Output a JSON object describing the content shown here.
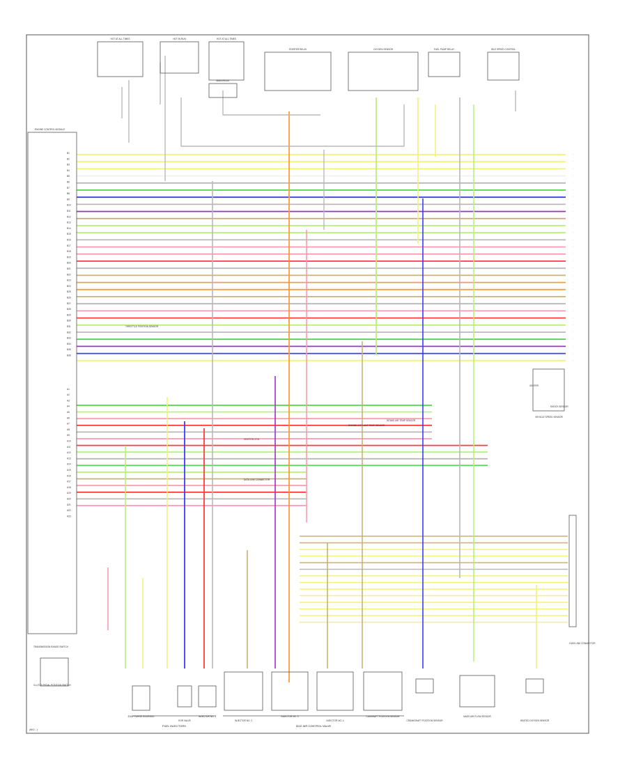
{
  "page_id": "(W/O ...)",
  "colors": {
    "yellow": "#f2f27a",
    "light_green": "#b8f07a",
    "green": "#4ad84a",
    "blue": "#3a3aff",
    "purple": "#9a32c8",
    "pink": "#ff9ab0",
    "red": "#ff3a3a",
    "orange": "#ff9a3a",
    "gray": "#b8b8b8",
    "tan": "#c8b078",
    "violet": "#a070e0",
    "white": "#f0f0f0",
    "black": "#444444"
  },
  "top_components": [
    "HOT AT ALL TIMES",
    "HOT IN RUN",
    "HOT AT ALL TIMES",
    "STARTER RELAY",
    "OXYGEN SENSOR",
    "FUEL PUMP RELAY",
    "IDLE SPEED CONTROL",
    "MAIN RELAY"
  ],
  "ecm": {
    "title": "ENGINE CONTROL MODULE",
    "pins": [
      "B1",
      "B2",
      "B3",
      "B4",
      "B5",
      "B6",
      "B7",
      "B8",
      "B9",
      "B10",
      "B11",
      "B12",
      "B13",
      "B14",
      "B15",
      "B16",
      "B17",
      "B18",
      "B19",
      "B20",
      "B21",
      "B22",
      "B23",
      "B24",
      "B25",
      "B26",
      "B27",
      "B28",
      "B29",
      "B30",
      "B31",
      "B32",
      "B33",
      "B34",
      "B35",
      "B36",
      "A1",
      "A2",
      "A3",
      "A4",
      "A5",
      "A6",
      "A7",
      "A8",
      "A9",
      "A10",
      "A11",
      "A12",
      "A13",
      "A14",
      "A15",
      "A16",
      "A17",
      "A18",
      "A19",
      "A20",
      "A21",
      "A22",
      "A23"
    ]
  },
  "mid_labels": [
    "THROTTLE POSITION SENSOR",
    "IGNITION COIL",
    "DATA LINK CONNECTOR",
    "ENGINE COOLANT TEMP SENSOR",
    "INTAKE AIR TEMP SENSOR",
    "IGNITER",
    "KNOCK SENSOR"
  ],
  "right_connector_a": "VEHICLE SPEED SENSOR",
  "right_connector_b": "DATA LINK CONNECTOR",
  "bottom_sections": [
    "FUEL INJECTORS",
    "IDLE AIR CONTROL VALVE"
  ],
  "bottom_components": [
    "EVAP PURGE SOLENOID",
    "EGR VALVE",
    "INJECTOR NO. 1",
    "INJECTOR NO. 2",
    "INJECTOR NO. 3",
    "INJECTOR NO. 4",
    "CAMSHAFT POSITION SENSOR",
    "CRANKSHAFT POSITION SENSOR",
    "MASS AIR FLOW SENSOR",
    "HEATED OXYGEN SENSOR"
  ],
  "bottom_left_components": [
    "TRANSMISSION RANGE SWITCH",
    "CLUTCH PEDAL POSITION SWITCH"
  ]
}
